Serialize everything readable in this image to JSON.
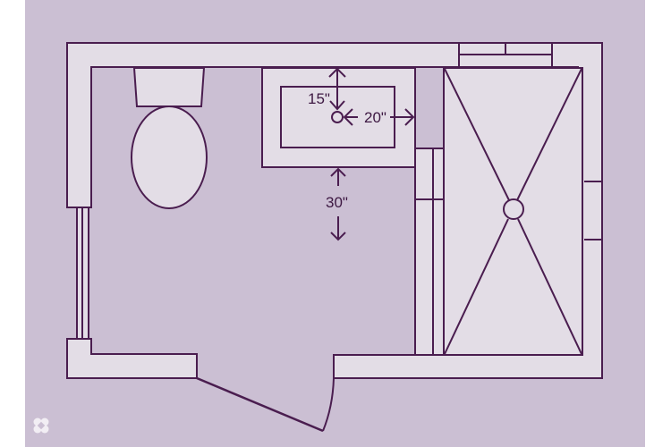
{
  "diagram": {
    "type": "bathroom floor plan",
    "colors": {
      "background": "#cbbfd3",
      "fill": "#e3dde6",
      "stroke": "#4a1d4f"
    },
    "dimensions": {
      "sink_depth": "15\"",
      "sink_side_clearance": "20\"",
      "front_clearance": "30\""
    },
    "fixtures": [
      "toilet",
      "sink-vanity",
      "shower",
      "door",
      "window-left",
      "window-top",
      "window-right"
    ],
    "logo": "clover-logo-icon"
  }
}
